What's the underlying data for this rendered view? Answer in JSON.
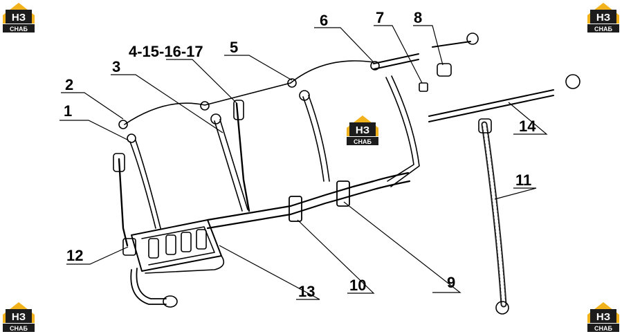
{
  "logo": {
    "top": "НЗ",
    "bottom": "СНАБ",
    "color_house": "#f2b21c",
    "color_dark": "#1c1c1c"
  },
  "callouts": [
    {
      "id": "1",
      "text": "1"
    },
    {
      "id": "2",
      "text": "2"
    },
    {
      "id": "3",
      "text": "3"
    },
    {
      "id": "4",
      "text": "4-15-16-17"
    },
    {
      "id": "5",
      "text": "5"
    },
    {
      "id": "6",
      "text": "6"
    },
    {
      "id": "7",
      "text": "7"
    },
    {
      "id": "8",
      "text": "8"
    },
    {
      "id": "9",
      "text": "9"
    },
    {
      "id": "10",
      "text": "10"
    },
    {
      "id": "11",
      "text": "11"
    },
    {
      "id": "12",
      "text": "12"
    },
    {
      "id": "13",
      "text": "13"
    },
    {
      "id": "14",
      "text": "14"
    }
  ]
}
